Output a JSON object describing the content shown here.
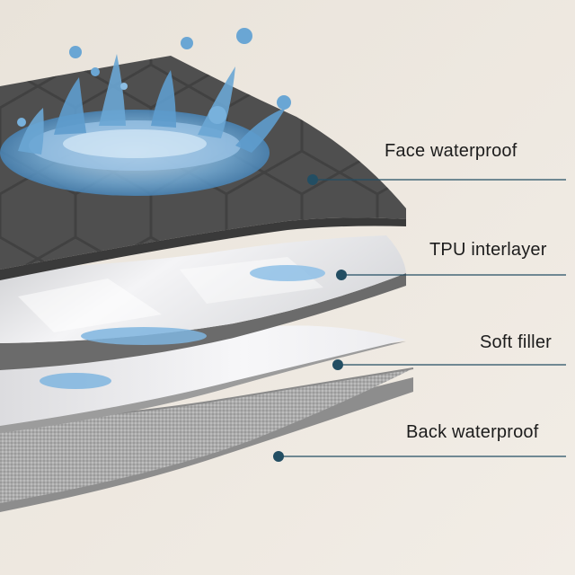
{
  "colors": {
    "background": "#ece6de",
    "face_layer": "#505050",
    "tpu_layer": "#e3e3e6",
    "filler_layer": "#f5f5f7",
    "back_layer": "#a8a8a8",
    "water": "#4f8fc2",
    "leader_line": "#234e63",
    "dot": "#234e63"
  },
  "layers": [
    {
      "id": "face",
      "label": "Face waterproof"
    },
    {
      "id": "tpu",
      "label": "TPU interlayer"
    },
    {
      "id": "filler",
      "label": "Soft filler"
    },
    {
      "id": "back",
      "label": "Back waterproof"
    }
  ],
  "icons": {
    "splash": "water-splash-icon",
    "droplet": "water-droplet-icon"
  }
}
